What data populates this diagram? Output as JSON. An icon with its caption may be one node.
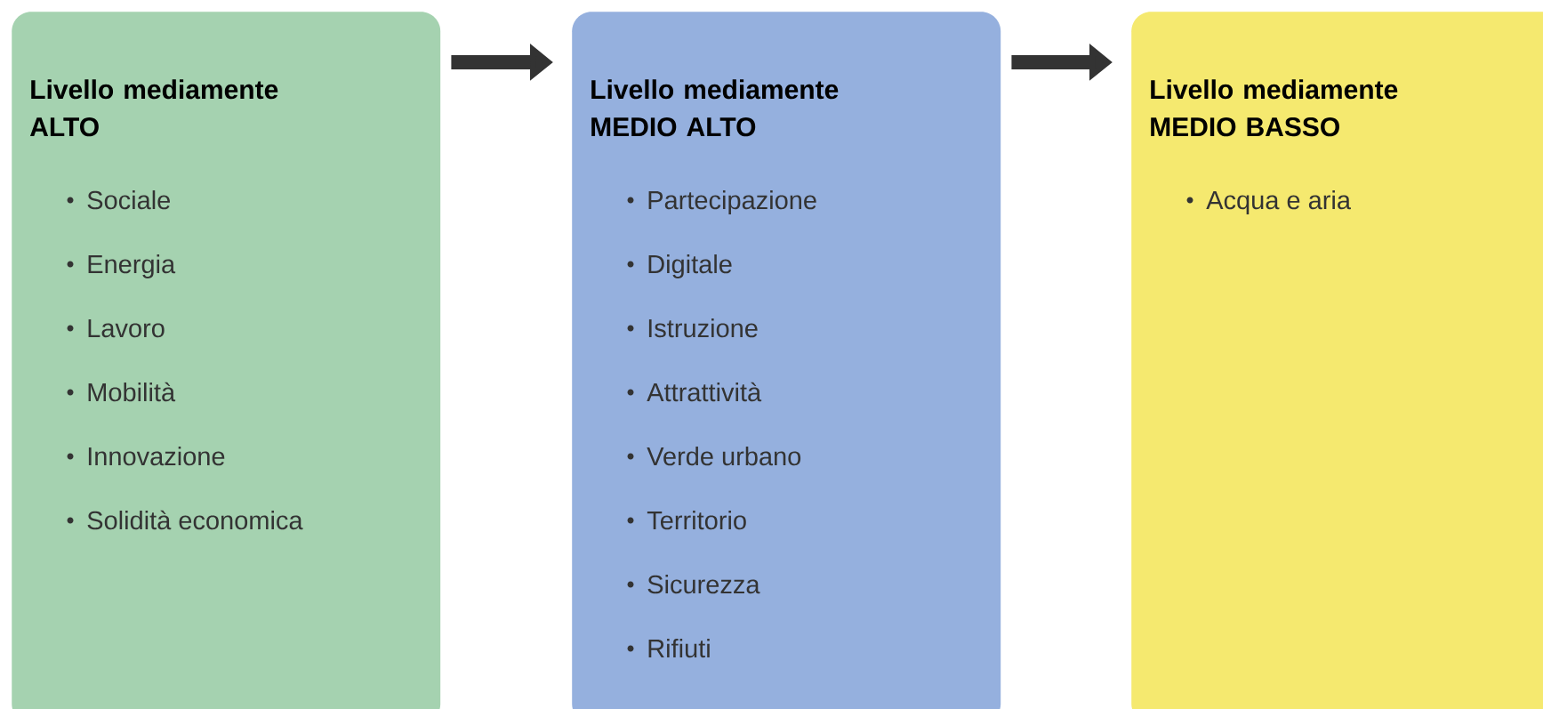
{
  "diagram": {
    "nodes": [
      {
        "text": [
          "Livello mediamente ALTO",
          "Sociale",
          "Energia",
          "Lavoro",
          "Mobilità",
          "Innovazione",
          "Solidità economica"
        ]
      },
      {
        "text": [
          "Livello mediamente MEDIO ALTO",
          "Partecipazione",
          "Digitale",
          "Istruzione",
          "Attrattività",
          "Verde urbano",
          "Territorio",
          "Sicurezza",
          "Rifiuti"
        ]
      },
      {
        "text": [
          "Livello mediamente MEDIO BASSO",
          "Acqua e aria"
        ]
      }
    ],
    "edges": [
      {
        "from": 0,
        "to": 1,
        "arrow": "to"
      },
      {
        "from": 1,
        "to": 2,
        "arrow": "to"
      }
    ]
  }
}
